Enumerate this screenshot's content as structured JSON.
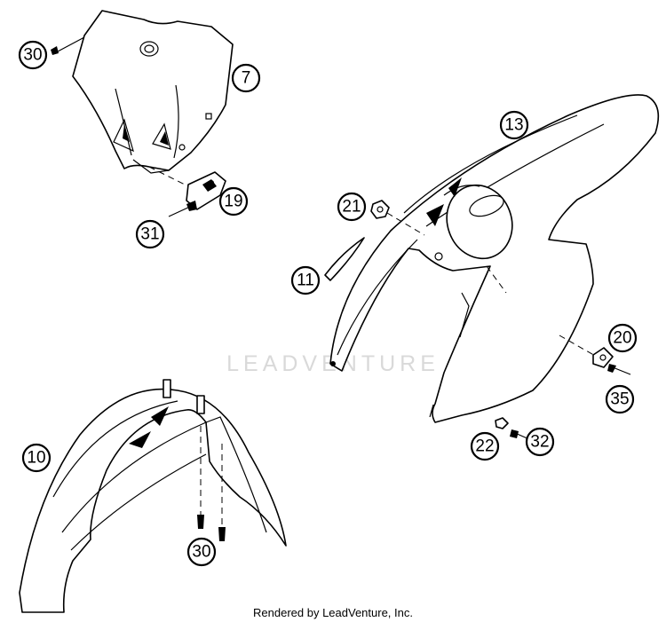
{
  "watermark": "LEADVENTURE",
  "footer": "Rendered by LeadVenture, Inc.",
  "callouts": {
    "c30a": "30",
    "c7": "7",
    "c19": "19",
    "c31": "31",
    "c13": "13",
    "c21": "21",
    "c11": "11",
    "c20": "20",
    "c35": "35",
    "c22": "22",
    "c32": "32",
    "c10": "10",
    "c30b": "30"
  }
}
